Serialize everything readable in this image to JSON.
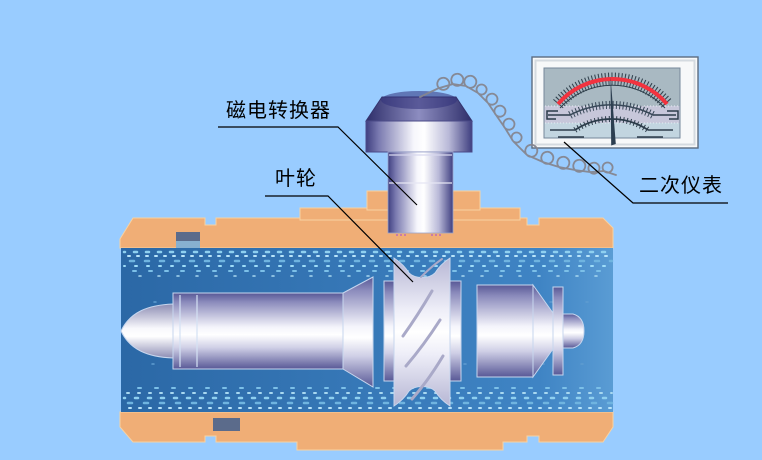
{
  "labels": {
    "converter": "磁电转换器",
    "impeller": "叶轮",
    "secondary_meter": "二次仪表"
  },
  "meter": {
    "kind": "analog-gauge",
    "scale_arcs": 3,
    "red_band_on_top_scale": true,
    "needle_position": "center-vertical"
  },
  "colors": {
    "background": "#99ccff",
    "housing": "#f0ae76",
    "water_dark": "#2b68a6",
    "water_light": "#4187c6",
    "speckle": "#9ddcf8",
    "metal_dark": "#585896",
    "metal_light": "#ffffff",
    "red_arc": "#f2333f",
    "needle": "#2c3e50",
    "wire": "#85858f",
    "text": "#000000"
  }
}
